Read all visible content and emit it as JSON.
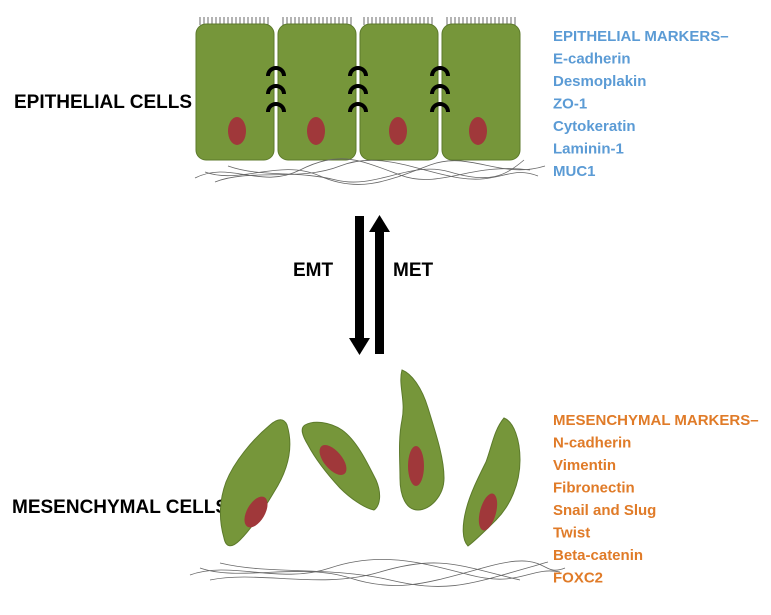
{
  "labels": {
    "epithelial": "EPITHELIAL CELLS",
    "mesenchymal": "MESENCHYMAL CELLS",
    "emt": "EMT",
    "met": "MET"
  },
  "epithelial_markers": {
    "title": "EPITHELIAL MARKERS–",
    "items": [
      "E-cadherin",
      "Desmoplakin",
      "ZO-1",
      "Cytokeratin",
      "Laminin-1",
      "MUC1"
    ]
  },
  "mesenchymal_markers": {
    "title": "MESENCHYMAL MARKERS–",
    "items": [
      "N-cadherin",
      "Vimentin",
      "Fibronectin",
      "Snail and Slug",
      "Twist",
      "Beta-catenin",
      "FOXC2"
    ]
  },
  "colors": {
    "cell_fill": "#76963a",
    "cell_stroke": "#5c7a2b",
    "nucleus": "#a0383a",
    "epithelial_marker_text": "#5b9bd5",
    "mesenchymal_marker_text": "#e07b28",
    "arrow": "#000000"
  }
}
